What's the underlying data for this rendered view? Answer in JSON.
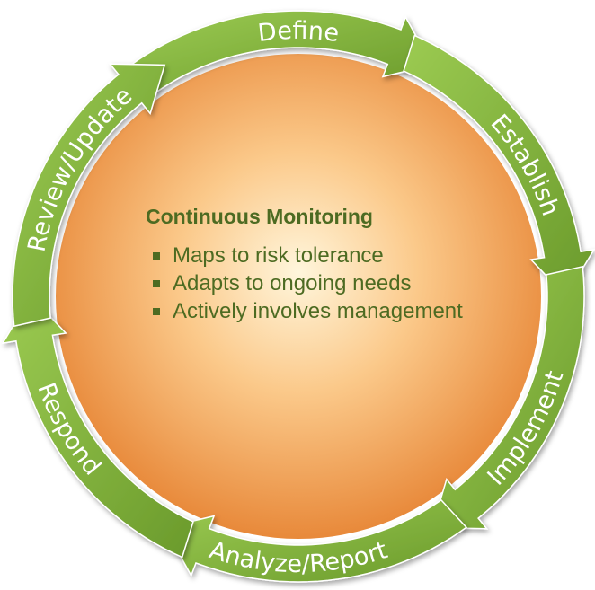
{
  "center": {
    "title": "Continuous Monitoring",
    "bullets": [
      "Maps to risk tolerance",
      "Adapts to ongoing needs",
      "Actively involves management"
    ]
  },
  "cycle": [
    {
      "label": "Define"
    },
    {
      "label": "Establish"
    },
    {
      "label": "Implement"
    },
    {
      "label": "Analyze/Report"
    },
    {
      "label": "Respond"
    },
    {
      "label": "Review/Update"
    }
  ],
  "colors": {
    "ring_light": "#93c24c",
    "ring_dark": "#5f8d25",
    "text": "#4d6b22",
    "orb_center": "#fff6dc",
    "orb_edge": "#e8893a"
  }
}
